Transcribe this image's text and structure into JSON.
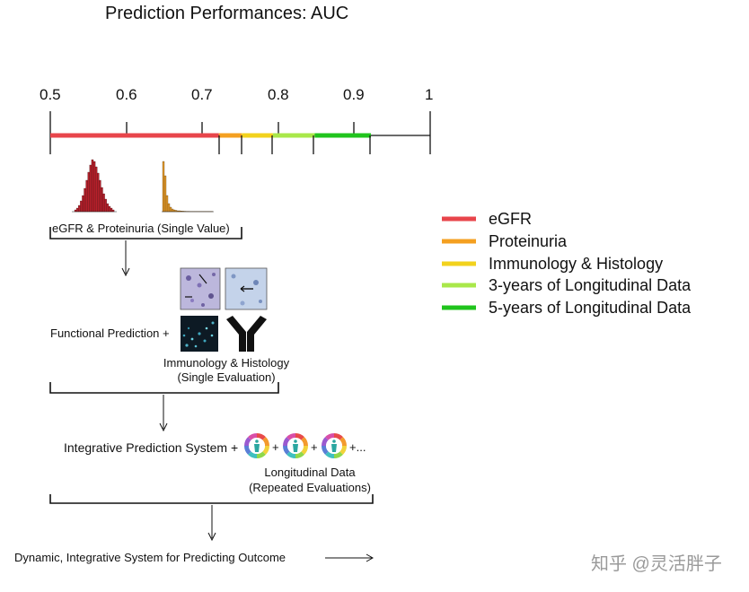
{
  "title": "Prediction Performances: AUC",
  "axis": {
    "ticks": [
      "0.5",
      "0.6",
      "0.7",
      "0.8",
      "0.9",
      "1"
    ]
  },
  "segments": [
    {
      "from": 0.5,
      "to": 0.722,
      "color": "#e8454b"
    },
    {
      "from": 0.722,
      "to": 0.752,
      "color": "#f4a021"
    },
    {
      "from": 0.752,
      "to": 0.793,
      "color": "#f2d21d"
    },
    {
      "from": 0.793,
      "to": 0.848,
      "color": "#a9e84a"
    },
    {
      "from": 0.848,
      "to": 0.922,
      "color": "#20c41d"
    }
  ],
  "stage1": {
    "label": "eGFR  & Proteinuria (Single Value)"
  },
  "stage2": {
    "prefix": "Functional Prediction +",
    "caption_line1": "Immunology & Histology",
    "caption_line2": "(Single Evaluation)"
  },
  "stage3": {
    "prefix": "Integrative Prediction System +",
    "plus": "+",
    "suffix": "+...",
    "caption_line1": "Longitudinal Data",
    "caption_line2": "(Repeated Evaluations)"
  },
  "stage4": {
    "label": "Dynamic, Integrative System for Predicting Outcome"
  },
  "legend": [
    {
      "label": "eGFR",
      "color": "#e8454b"
    },
    {
      "label": "Proteinuria",
      "color": "#f4a021"
    },
    {
      "label": "Immunology & Histology",
      "color": "#f2d21d"
    },
    {
      "label": "3-years of Longitudinal Data",
      "color": "#a9e84a"
    },
    {
      "label": "5-years of Longitudinal Data",
      "color": "#20c41d"
    }
  ],
  "watermark": "知乎 @灵活胖子"
}
